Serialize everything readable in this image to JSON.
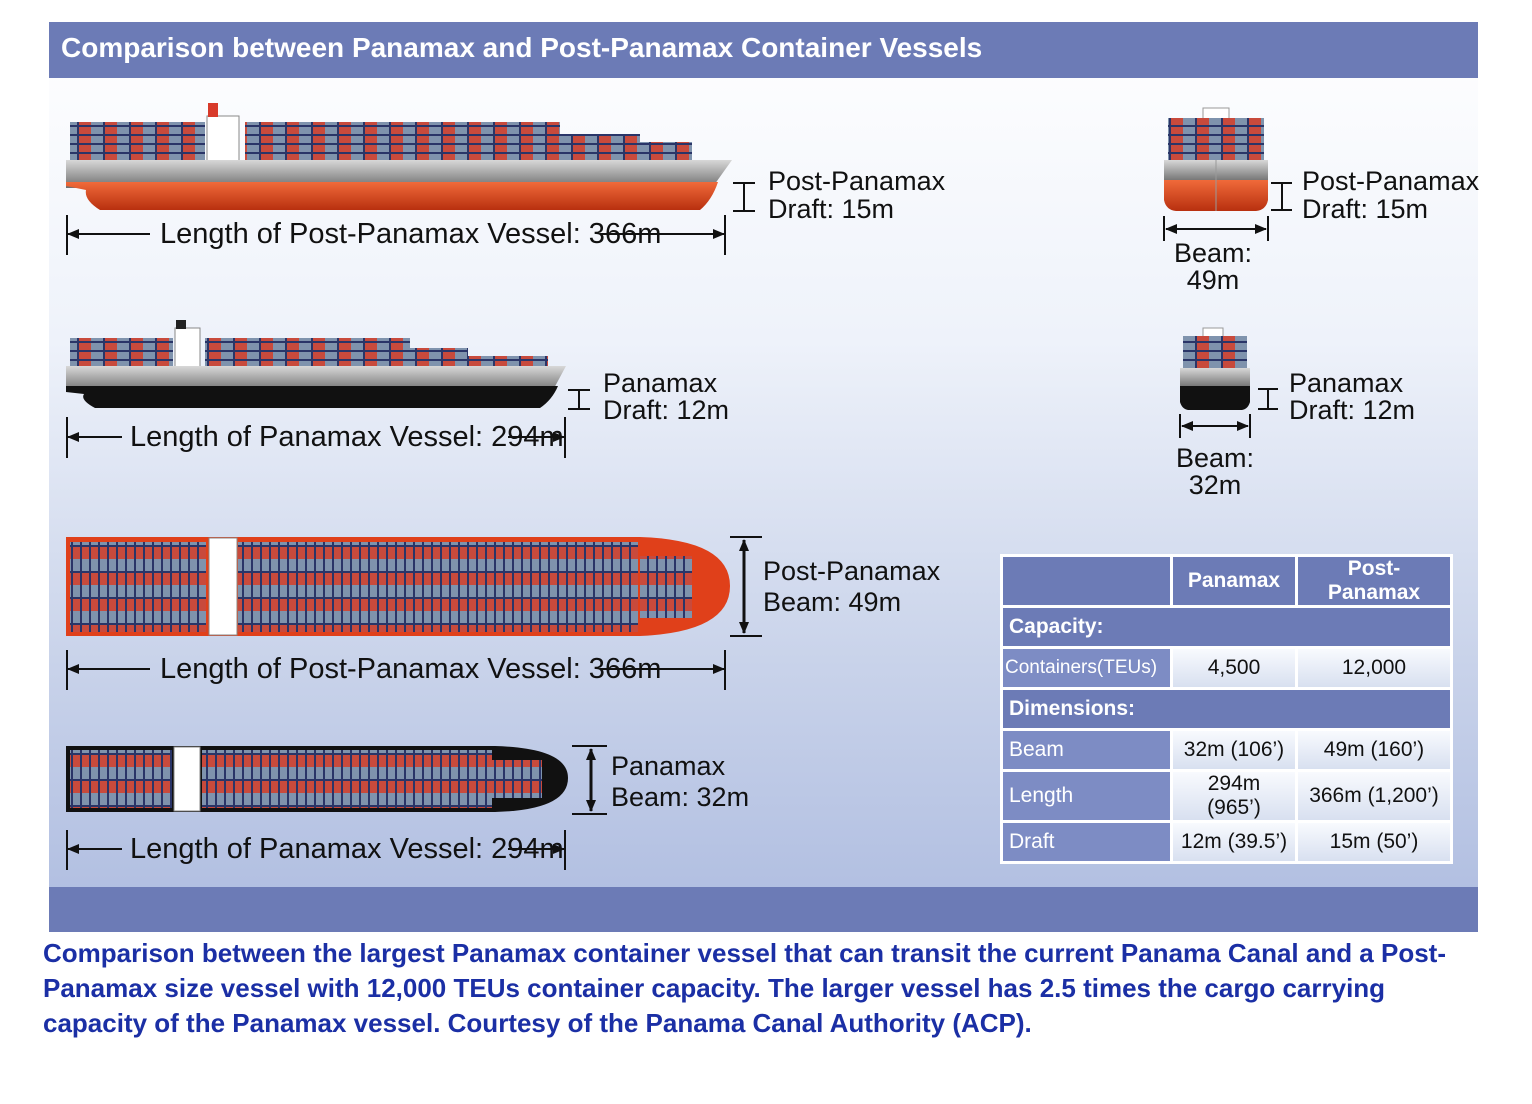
{
  "title": "Comparison between Panamax and Post-Panamax Container Vessels",
  "side_view": {
    "post_length_label": "Length of Post-Panamax Vessel: 366m",
    "post_draft_line1": "Post-Panamax",
    "post_draft_line2": "Draft: 15m",
    "pan_length_label": "Length of Panamax Vessel: 294m",
    "pan_draft_line1": "Panamax",
    "pan_draft_line2": "Draft: 12m"
  },
  "top_view": {
    "post_beam_line1": "Post-Panamax",
    "post_beam_line2": "Beam: 49m",
    "post_length_label": "Length of Post-Panamax Vessel: 366m",
    "pan_beam_line1": "Panamax",
    "pan_beam_line2": "Beam: 32m",
    "pan_length_label": "Length of Panamax Vessel: 294m"
  },
  "front_view": {
    "post_draft_line1": "Post-Panamax",
    "post_draft_line2": "Draft: 15m",
    "post_beam_line1": "Beam:",
    "post_beam_line2": "49m",
    "pan_draft_line1": "Panamax",
    "pan_draft_line2": "Draft: 12m",
    "pan_beam_line1": "Beam:",
    "pan_beam_line2": "32m"
  },
  "table": {
    "col_panamax": "Panamax",
    "col_post": "Post-Panamax",
    "capacity": "Capacity:",
    "containers": "Containers(TEUs)",
    "containers_pan": "4,500",
    "containers_post": "12,000",
    "dimensions": "Dimensions:",
    "beam": "Beam",
    "beam_pan": "32m (106’)",
    "beam_post": "49m (160’)",
    "length": "Length",
    "length_pan": "294m (965’)",
    "length_post": "366m (1,200’)",
    "draft": "Draft",
    "draft_pan": "12m (39.5’)",
    "draft_post": "15m (50’)"
  },
  "caption": "Comparison between the largest Panamax container vessel that can transit the current Panama Canal and a Post-Panamax size vessel with 12,000 TEUs container capacity. The larger vessel has 2.5 times the cargo carrying capacity of the Panamax vessel.  Courtesy of the Panama Canal Authority (ACP).",
  "colors": {
    "header_blue": "#6c7bb6",
    "post_hull_red": "#e0401a",
    "panamax_hull_black": "#111111",
    "caption_blue": "#1b2fa5"
  }
}
